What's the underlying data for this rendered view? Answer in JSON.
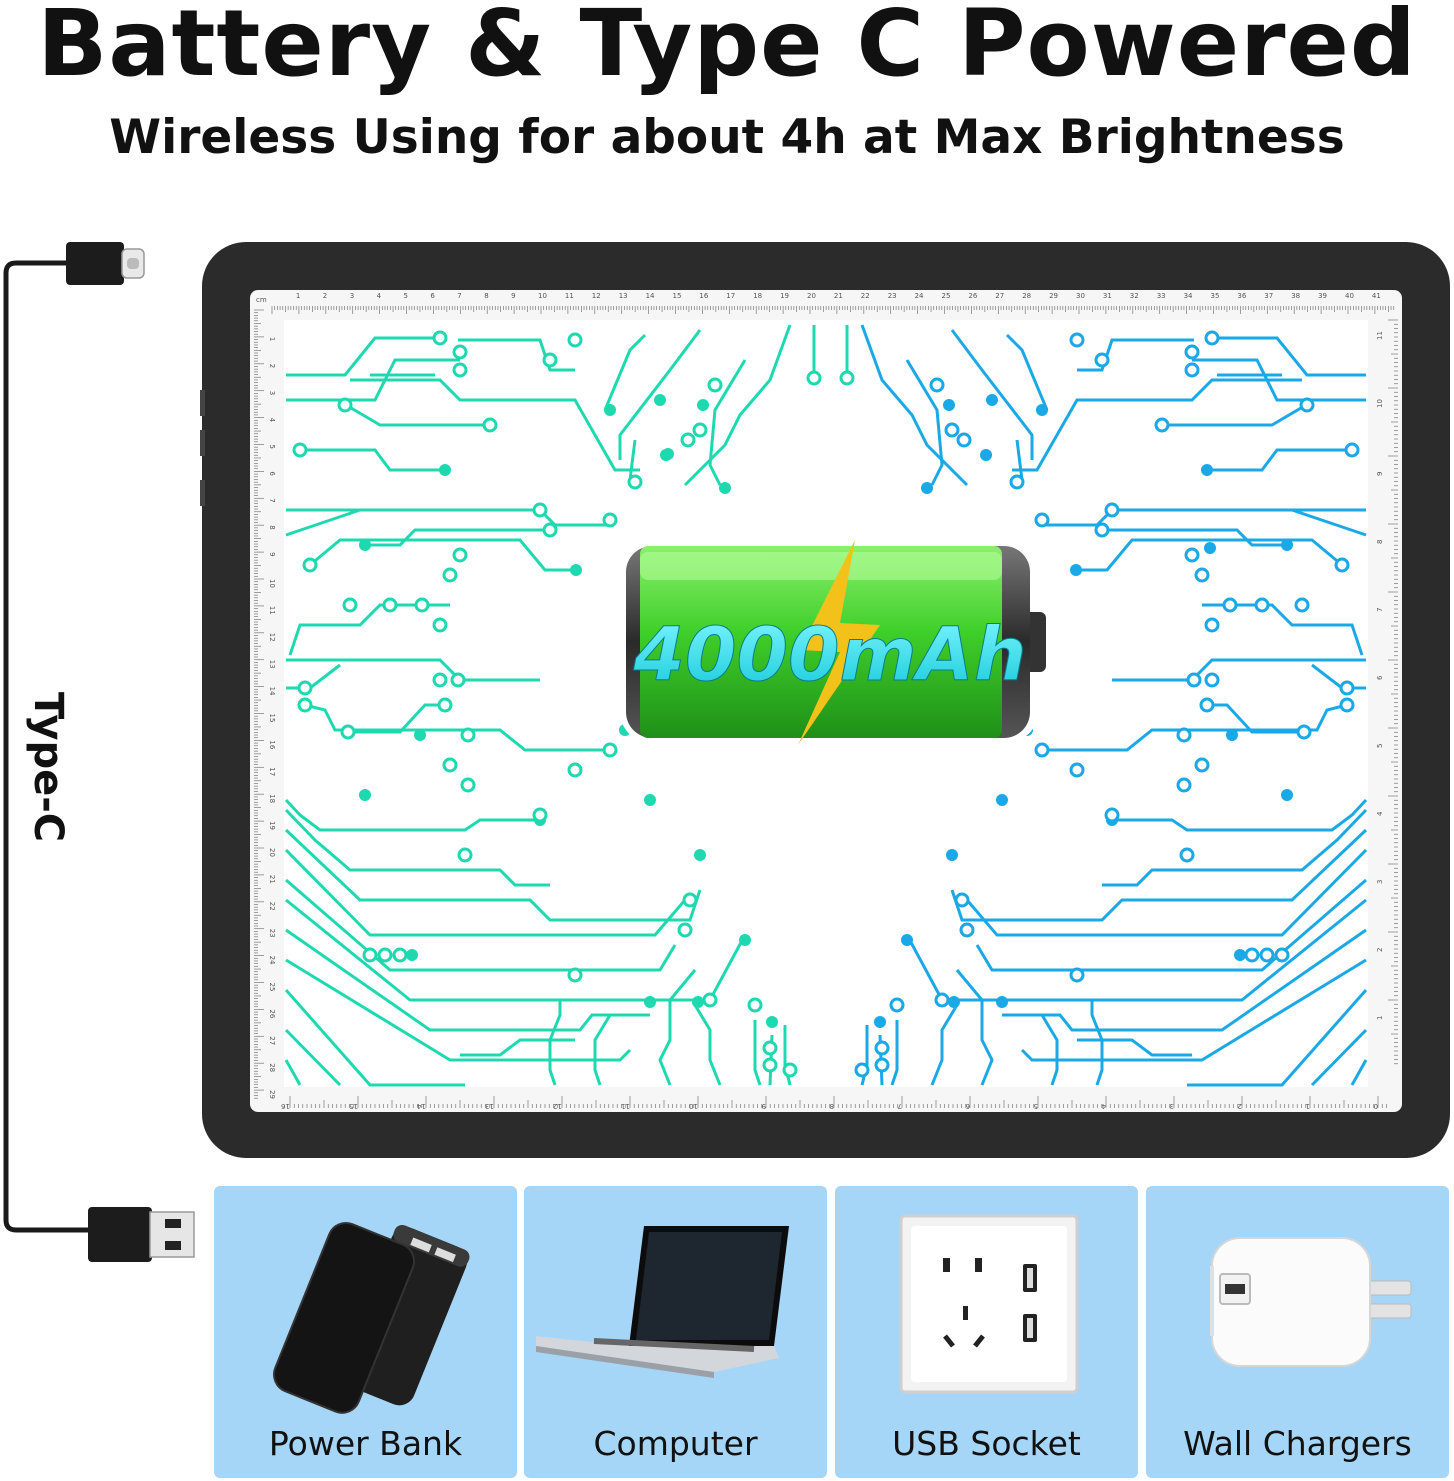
{
  "header": {
    "title": "Battery & Type C Powered",
    "subtitle": "Wireless Using for about 4h at Max Brightness"
  },
  "cable": {
    "label": "Type-C"
  },
  "tablet": {
    "battery_label": "4000mAh",
    "ruler_unit": "cm",
    "top_ruler_ticks": [
      "1",
      "2",
      "3",
      "4",
      "5",
      "6",
      "7",
      "8",
      "9",
      "10",
      "11",
      "12",
      "13",
      "14",
      "15",
      "16",
      "17",
      "18",
      "19",
      "20",
      "21",
      "22",
      "23",
      "24",
      "25",
      "26",
      "27",
      "28",
      "29",
      "30",
      "31",
      "32",
      "33",
      "34",
      "35",
      "36",
      "37",
      "38",
      "39",
      "40",
      "41"
    ],
    "left_ruler_ticks": [
      "1",
      "2",
      "3",
      "4",
      "5",
      "6",
      "7",
      "8",
      "9",
      "10",
      "11",
      "12",
      "13",
      "14",
      "15",
      "16",
      "17",
      "18",
      "19",
      "20",
      "21",
      "22",
      "23",
      "24",
      "25",
      "26",
      "27",
      "28",
      "29"
    ],
    "bottom_ruler_ticks": [
      "16",
      "15",
      "14",
      "13",
      "12",
      "11",
      "10",
      "9",
      "8",
      "7",
      "6",
      "5",
      "4",
      "3",
      "2",
      "1",
      "0"
    ],
    "right_ruler_ticks": [
      "11",
      "10",
      "9",
      "8",
      "7",
      "6",
      "5",
      "4",
      "3",
      "2",
      "1"
    ],
    "colors": {
      "frame": "#2b2b2b",
      "circuit_left": "#1ed9b0",
      "circuit_right": "#1aa8e6",
      "battery": "#3fcf2a",
      "bolt": "#f2c21b"
    }
  },
  "power_sources": [
    {
      "label": "Power Bank",
      "icon": "power-bank-icon"
    },
    {
      "label": "Computer",
      "icon": "laptop-icon"
    },
    {
      "label": "USB Socket",
      "icon": "usb-socket-icon"
    },
    {
      "label": "Wall Chargers",
      "icon": "wall-charger-icon"
    }
  ]
}
